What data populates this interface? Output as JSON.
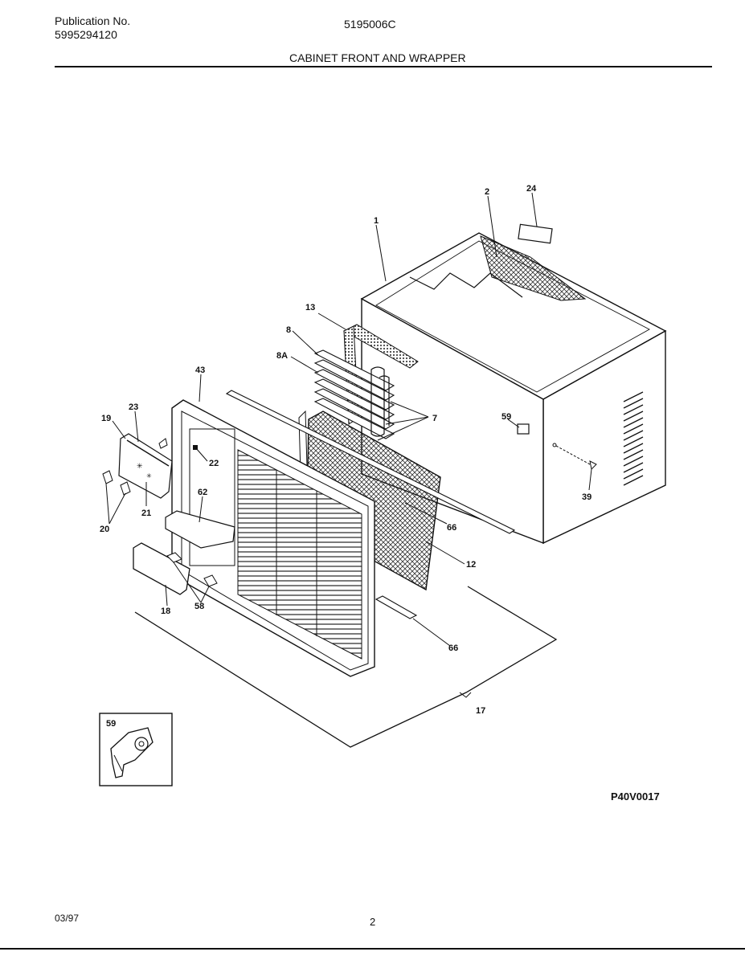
{
  "header": {
    "publication_label": "Publication No.",
    "publication_number": "5995294120",
    "model_number": "5195006C",
    "title": "CABINET FRONT AND WRAPPER"
  },
  "callouts": {
    "c1": "1",
    "c2": "2",
    "c24": "24",
    "c13": "13",
    "c8": "8",
    "c8A": "8A",
    "c43": "43",
    "c7": "7",
    "c59": "59",
    "c39": "39",
    "c23": "23",
    "c19": "19",
    "c22": "22",
    "c62": "62",
    "c66a": "66",
    "c12": "12",
    "c20": "20",
    "c21": "21",
    "c18": "18",
    "c58": "58",
    "c66b": "66",
    "c17": "17",
    "inset59": "59"
  },
  "footer": {
    "diagram_ref": "P40V0017",
    "date": "03/97",
    "page": "2"
  }
}
